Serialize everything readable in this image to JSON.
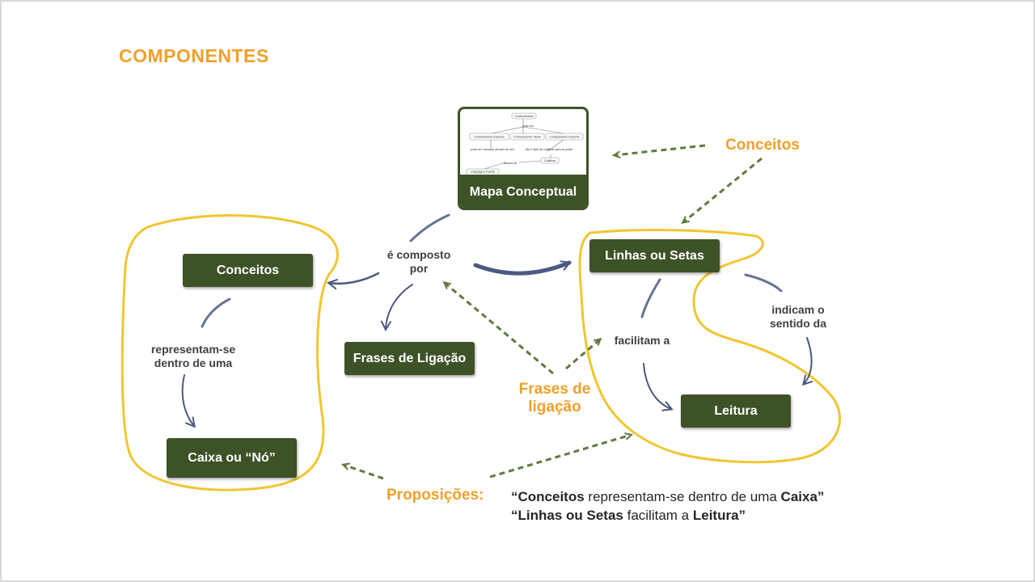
{
  "slide": {
    "title": "COMPONENTES",
    "map_title": "Mapa Conceptual",
    "thumbnail_nodes": [
      "Conhecimento",
      "pode ser",
      "Conhecimento Explícito",
      "Conhecimento Tácito",
      "Conhecimento Implícito",
      "pode ser colocado através de seu",
      "não é fácil de codificar para se poder",
      "Codificar",
      "Linguagem Formal",
      "através de"
    ],
    "nodes": {
      "conceitos": "Conceitos",
      "caixa": "Caixa ou “Nó”",
      "frases_ligacao": "Frases de Ligação",
      "linhas": "Linhas ou Setas",
      "leitura": "Leitura"
    },
    "links": {
      "composto": "é composto\npor",
      "representam": "representam-se\ndentro de uma",
      "facilitam": "facilitam a",
      "indicam": "indicam o\nsentido da"
    },
    "callouts": {
      "conceitos": "Conceitos",
      "frases": "Frases de\nligação",
      "proposicoes": "Proposições:"
    },
    "propositions": [
      {
        "open": "“",
        "concept": "Conceitos",
        "link": " representam-se dentro de uma ",
        "target": "Caixa",
        "close": "”"
      },
      {
        "open": "“",
        "concept": "Linhas ou Setas",
        "link": " facilitam a ",
        "target": "Leitura",
        "close": "”"
      }
    ],
    "colors": {
      "box_green": "#3e5228",
      "orange": "#f0a02a",
      "outline_yellow": "#f2c530",
      "arrow_blue": "#4a5a80",
      "dashed_green": "#5f7a3f"
    }
  }
}
